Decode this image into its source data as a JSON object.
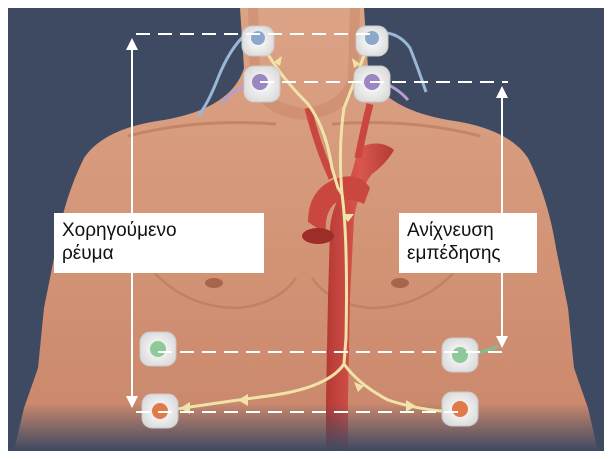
{
  "labels": {
    "applied_current": [
      "Χορηγούμενο",
      "ρέυμα"
    ],
    "impedance_sensing": [
      "Ανίχνευση",
      "εμπέδησης"
    ]
  },
  "colors": {
    "background": "#3e4a62",
    "skin": "#d79a7b",
    "aorta": "#c9473f",
    "wire": "#f0e3a8",
    "measure_lines": "#ffffff"
  }
}
